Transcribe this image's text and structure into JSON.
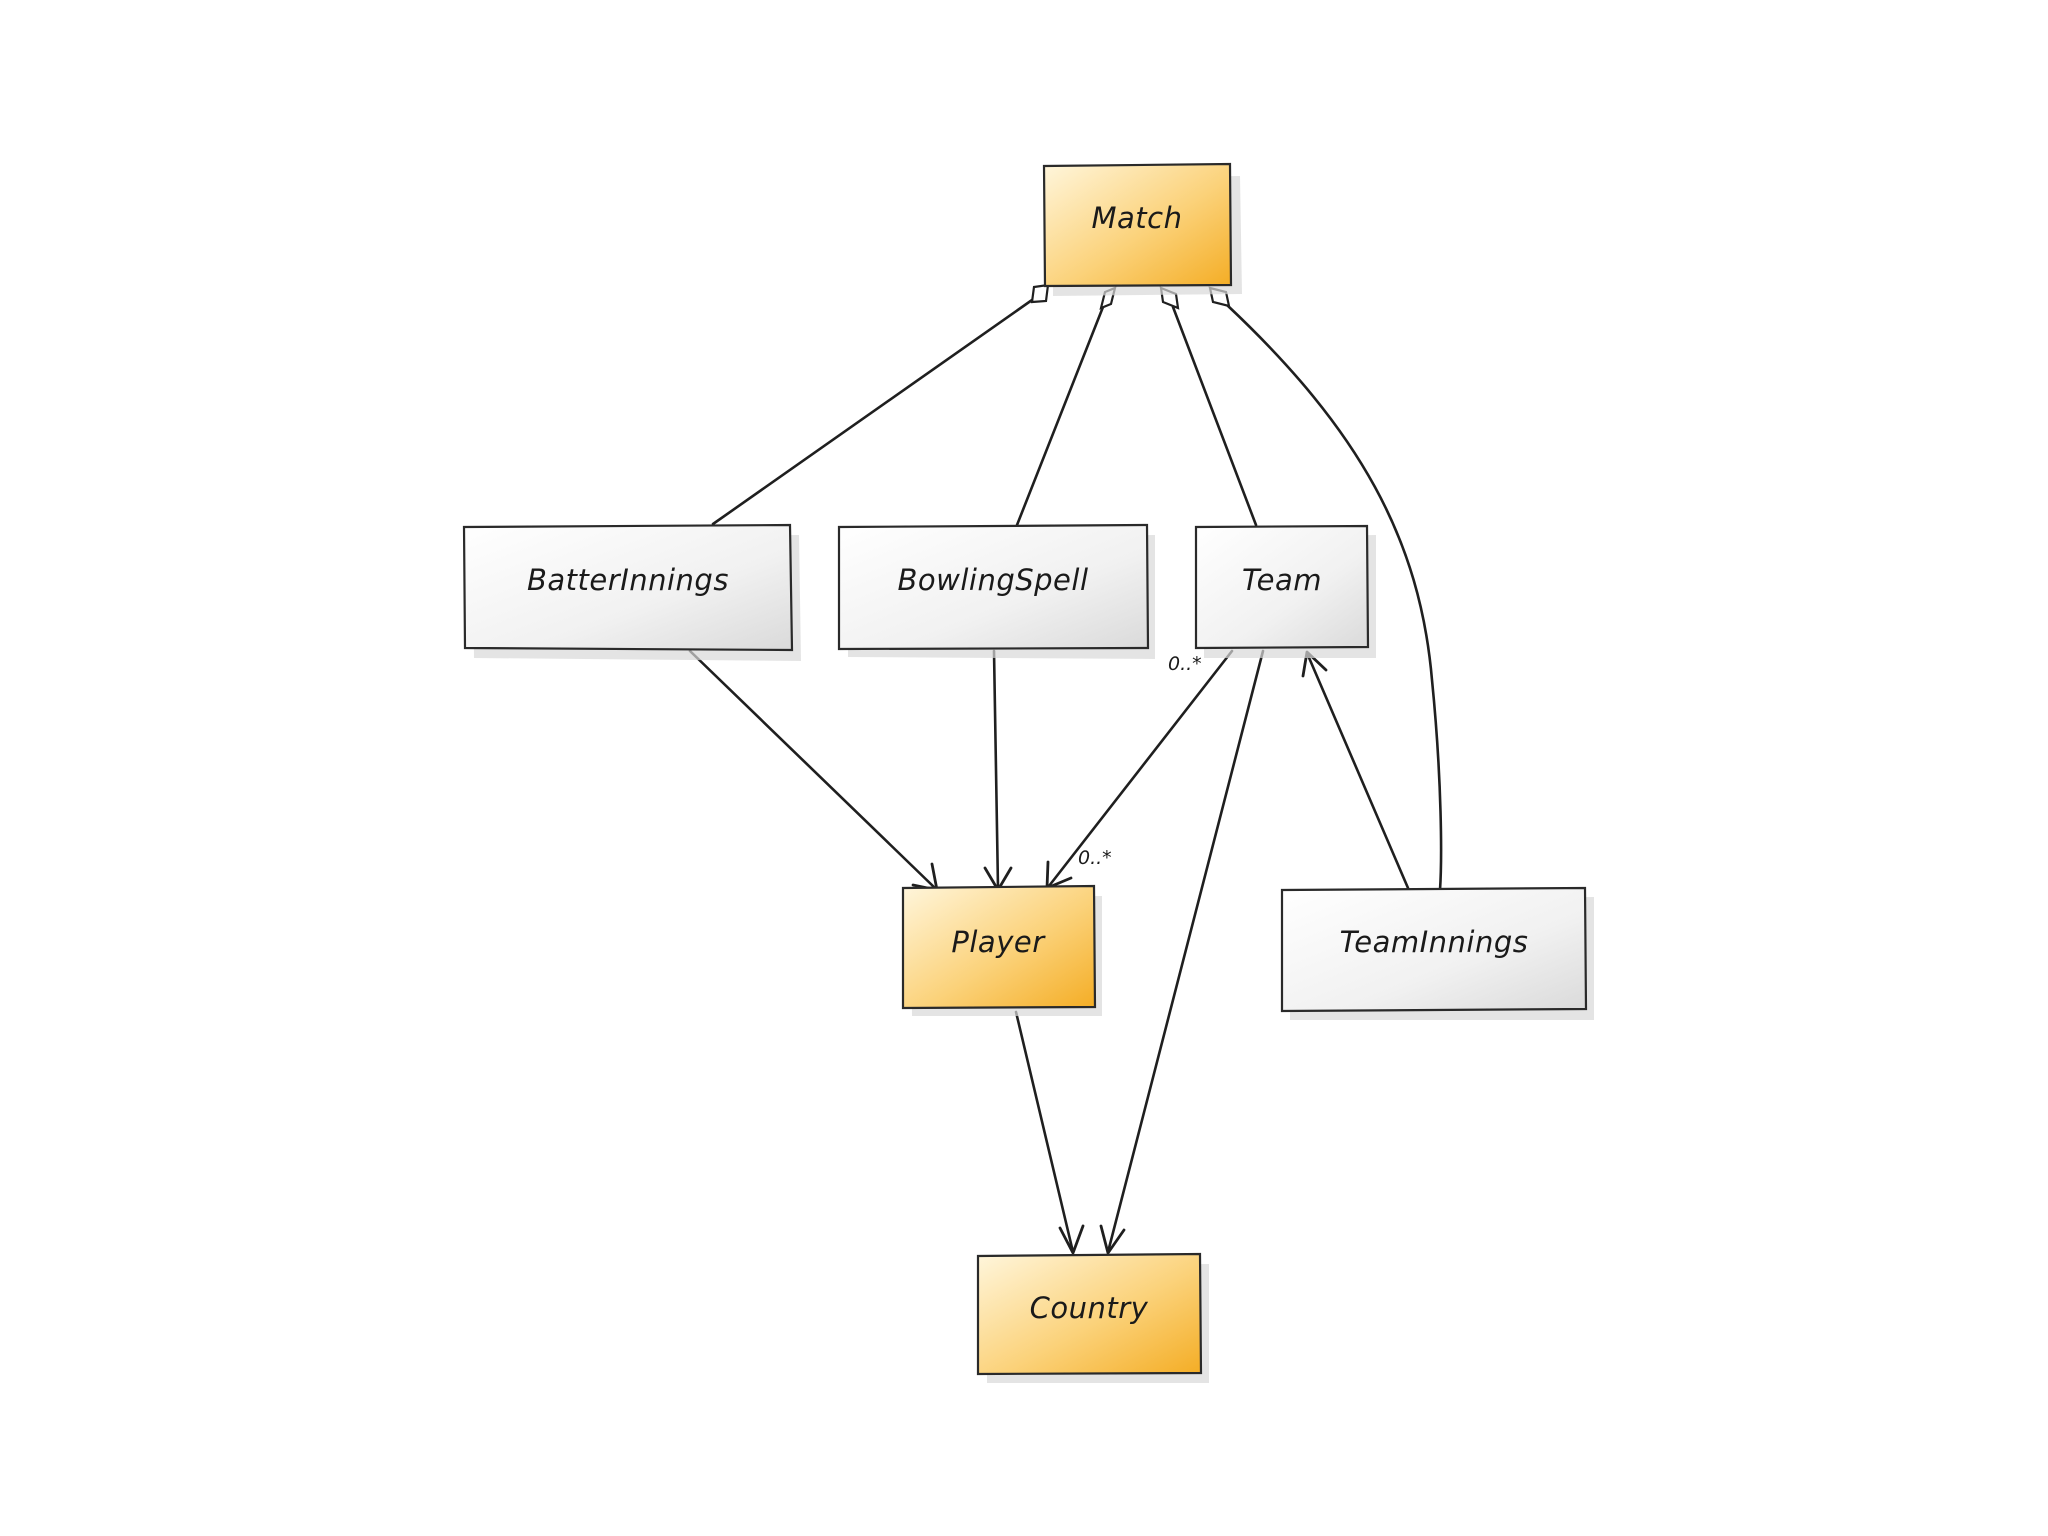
{
  "nodes": {
    "match": {
      "label": "Match",
      "fill": "orange"
    },
    "batter_innings": {
      "label": "BatterInnings",
      "fill": "gray"
    },
    "bowling_spell": {
      "label": "BowlingSpell",
      "fill": "gray"
    },
    "team": {
      "label": "Team",
      "fill": "gray"
    },
    "player": {
      "label": "Player",
      "fill": "orange"
    },
    "team_innings": {
      "label": "TeamInnings",
      "fill": "gray"
    },
    "country": {
      "label": "Country",
      "fill": "orange"
    }
  },
  "multiplicities": {
    "team_end": "0..*",
    "player_end": "0..*"
  },
  "colors": {
    "orange_light": "#fff4d6",
    "orange_dark": "#f5b430",
    "gray_light": "#ffffff",
    "gray_dark": "#dcdcdc",
    "stroke": "#1f1f1f"
  }
}
